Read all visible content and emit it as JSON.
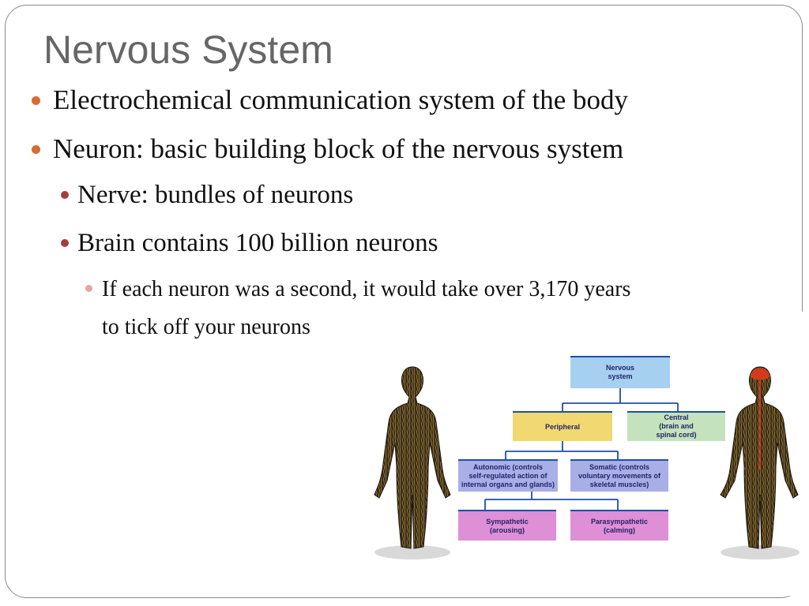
{
  "slide": {
    "title": "Nervous System",
    "bullets": [
      {
        "text": "Electrochemical communication system of the body"
      },
      {
        "text": "Neuron: basic building block of the nervous system"
      },
      {
        "text": "Nerve: bundles of neurons"
      },
      {
        "text": "Brain contains 100 billion neurons"
      },
      {
        "line1": "If each neuron was a second, it would take over 3,170 years",
        "line2": "to tick off your neurons"
      }
    ]
  },
  "colors": {
    "title": "#666666",
    "bullet_primary": "#d86b34",
    "bullet_secondary": "#a83c3c",
    "bullet_tertiary": "#e8a3a3",
    "box_blue": "#a6cff0",
    "box_yellow": "#f2d870",
    "box_green": "#c4e2bc",
    "box_purple": "#a8aee6",
    "box_pink": "#df8fd6",
    "connector": "#1f4ea8"
  },
  "diagram": {
    "nodes": {
      "nervous": [
        "Nervous",
        "system"
      ],
      "peripheral": [
        "Peripheral"
      ],
      "central": [
        "Central",
        "(brain and",
        "spinal cord)"
      ],
      "autonomic": [
        "Autonomic (controls",
        "self-regulated action of",
        "internal organs and glands)"
      ],
      "somatic": [
        "Somatic (controls",
        "voluntary movements of",
        "skeletal muscles)"
      ],
      "sympathetic": [
        "Sympathetic",
        "(arousing)"
      ],
      "parasympathetic": [
        "Parasympathetic",
        "(calming)"
      ]
    }
  }
}
